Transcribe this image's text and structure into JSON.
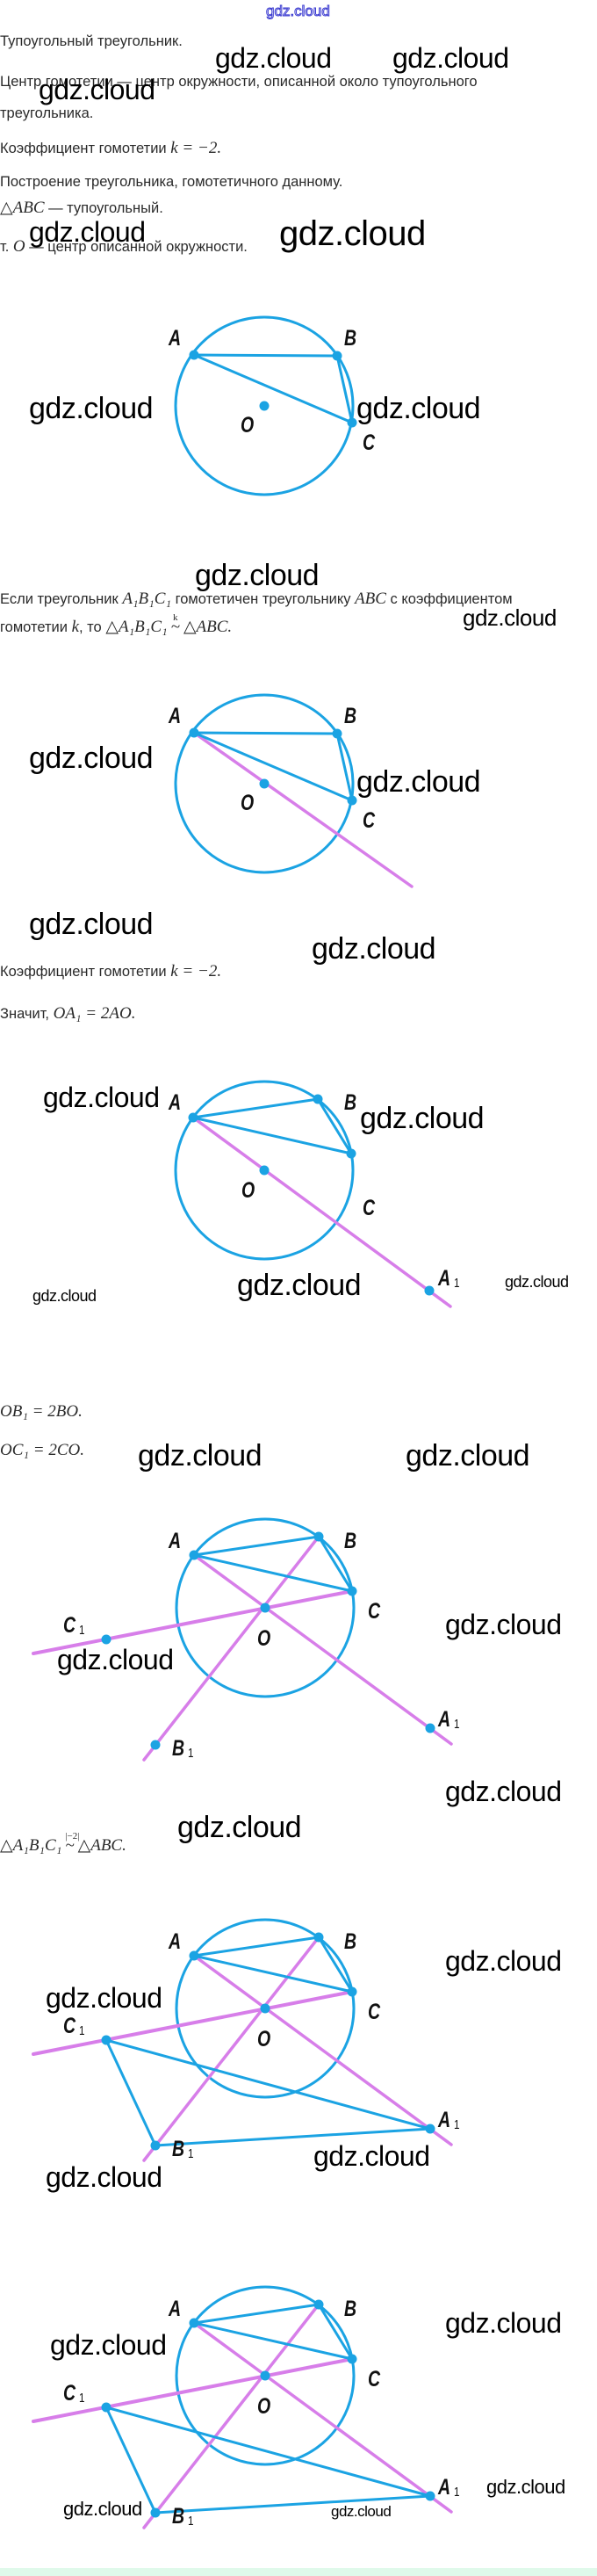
{
  "header": {
    "logo": "gdz.cloud"
  },
  "watermark": "gdz.cloud",
  "lines": [
    [
      {
        "t": "Тупоугольный треугольник."
      }
    ],
    [
      {
        "t": "Центр гомотетии — центр окружности, описанной около тупоугольного"
      }
    ],
    [
      {
        "t": "треугольника."
      }
    ],
    [
      {
        "t": "Коэффициент гомотетии "
      },
      {
        "t": "k = −2.",
        "m": 1
      }
    ],
    [
      {
        "t": "Построение треугольника, гомотетичного данному."
      }
    ],
    [
      {
        "t": "△ABC",
        "m": 1
      },
      {
        "t": " — тупоугольный."
      }
    ],
    [
      {
        "t": "т. "
      },
      {
        "t": "O",
        "m": 1
      },
      {
        "t": " — центр описанной окружности."
      }
    ],
    [
      {
        "t": "Если треугольник "
      },
      {
        "t": "A₁B₁C₁",
        "m": 1
      },
      {
        "t": " гомотетичен треугольнику "
      },
      {
        "t": "ABC",
        "m": 1
      },
      {
        "t": " с коэффициентом"
      }
    ],
    [
      {
        "t": "гомотетии "
      },
      {
        "t": "k",
        "m": 1
      },
      {
        "t": ", то "
      },
      {
        "t": "△A₁B₁C₁",
        "m": 1
      },
      {
        "t": "~",
        "m": 1,
        "over": "k"
      },
      {
        "t": "△ABC.",
        "m": 1
      }
    ],
    [
      {
        "t": "Коэффициент гомотетии "
      },
      {
        "t": "k = −2.",
        "m": 1
      }
    ],
    [
      {
        "t": "Значит, "
      },
      {
        "t": "OA₁ = 2AO.",
        "m": 1
      }
    ],
    [
      {
        "t": "OB₁ = 2BO.",
        "m": 1
      }
    ],
    [
      {
        "t": "OC₁ = 2CO.",
        "m": 1
      }
    ],
    [
      {
        "t": "△A₁B₁C₁",
        "m": 1
      },
      {
        "t": "~",
        "m": 1,
        "over": "|−2|"
      },
      {
        "t": "△ABC.",
        "m": 1
      }
    ]
  ],
  "point_labels": {
    "A": {
      "main": "A",
      "sub": ""
    },
    "B": {
      "main": "B",
      "sub": ""
    },
    "C": {
      "main": "C",
      "sub": ""
    },
    "O": {
      "main": "O",
      "sub": ""
    },
    "A1": {
      "main": "A",
      "sub": "1"
    },
    "B1": {
      "main": "B",
      "sub": "1"
    },
    "C1": {
      "main": "C",
      "sub": "1"
    }
  },
  "colors": {
    "figure": "#1ba3e3",
    "construction": "#d77ee9",
    "footer": "#dff9ea",
    "logo": "#3a3ad0"
  }
}
